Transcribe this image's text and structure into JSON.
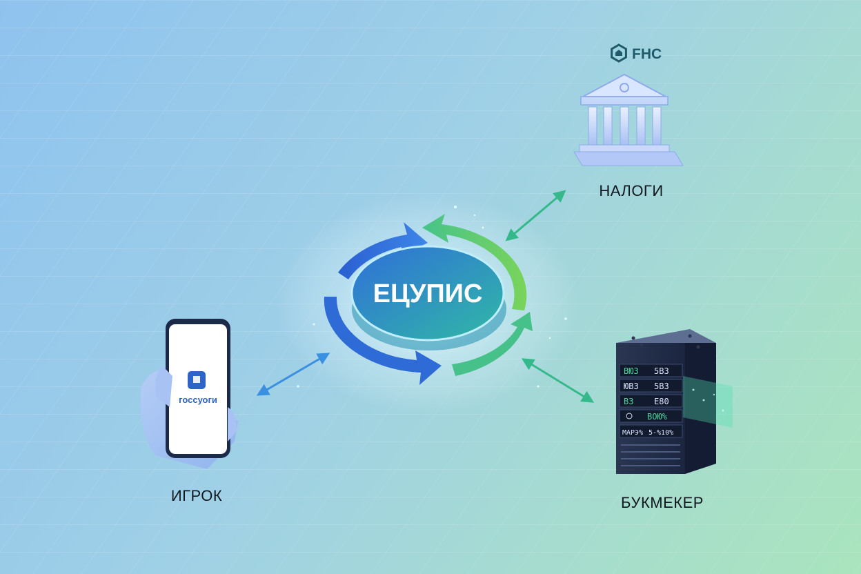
{
  "hub": {
    "label": "ЕЦУПИС"
  },
  "nodes": {
    "tax": {
      "label": "НАЛОГИ",
      "logo_text": "FHC",
      "logo_icon": "hexagon-house-icon",
      "icon": "bank-building-icon"
    },
    "player": {
      "label": "ИГРОК",
      "app_name": "госсуоги",
      "icon": "smartphone-in-hand-icon"
    },
    "bookmaker": {
      "label": "БУКМЕКЕР",
      "icon": "server-rack-icon",
      "display_rows": [
        {
          "left": "ВЮЗ",
          "right": "5ВЗ"
        },
        {
          "left": "ЮВЗ",
          "right": "5ВЗ"
        },
        {
          "left": "ВЗ",
          "right": "Е80"
        },
        {
          "left": "",
          "right": "ВОЮ%"
        },
        {
          "left": "МАРЭ%",
          "right": "5-%10%"
        }
      ]
    }
  },
  "colors": {
    "hub_blue": "#2f6fd9",
    "hub_green": "#4ec77e",
    "arrow_blue": "#3b8fe0",
    "arrow_green": "#35b98a",
    "logo": "#1f5a6b"
  }
}
